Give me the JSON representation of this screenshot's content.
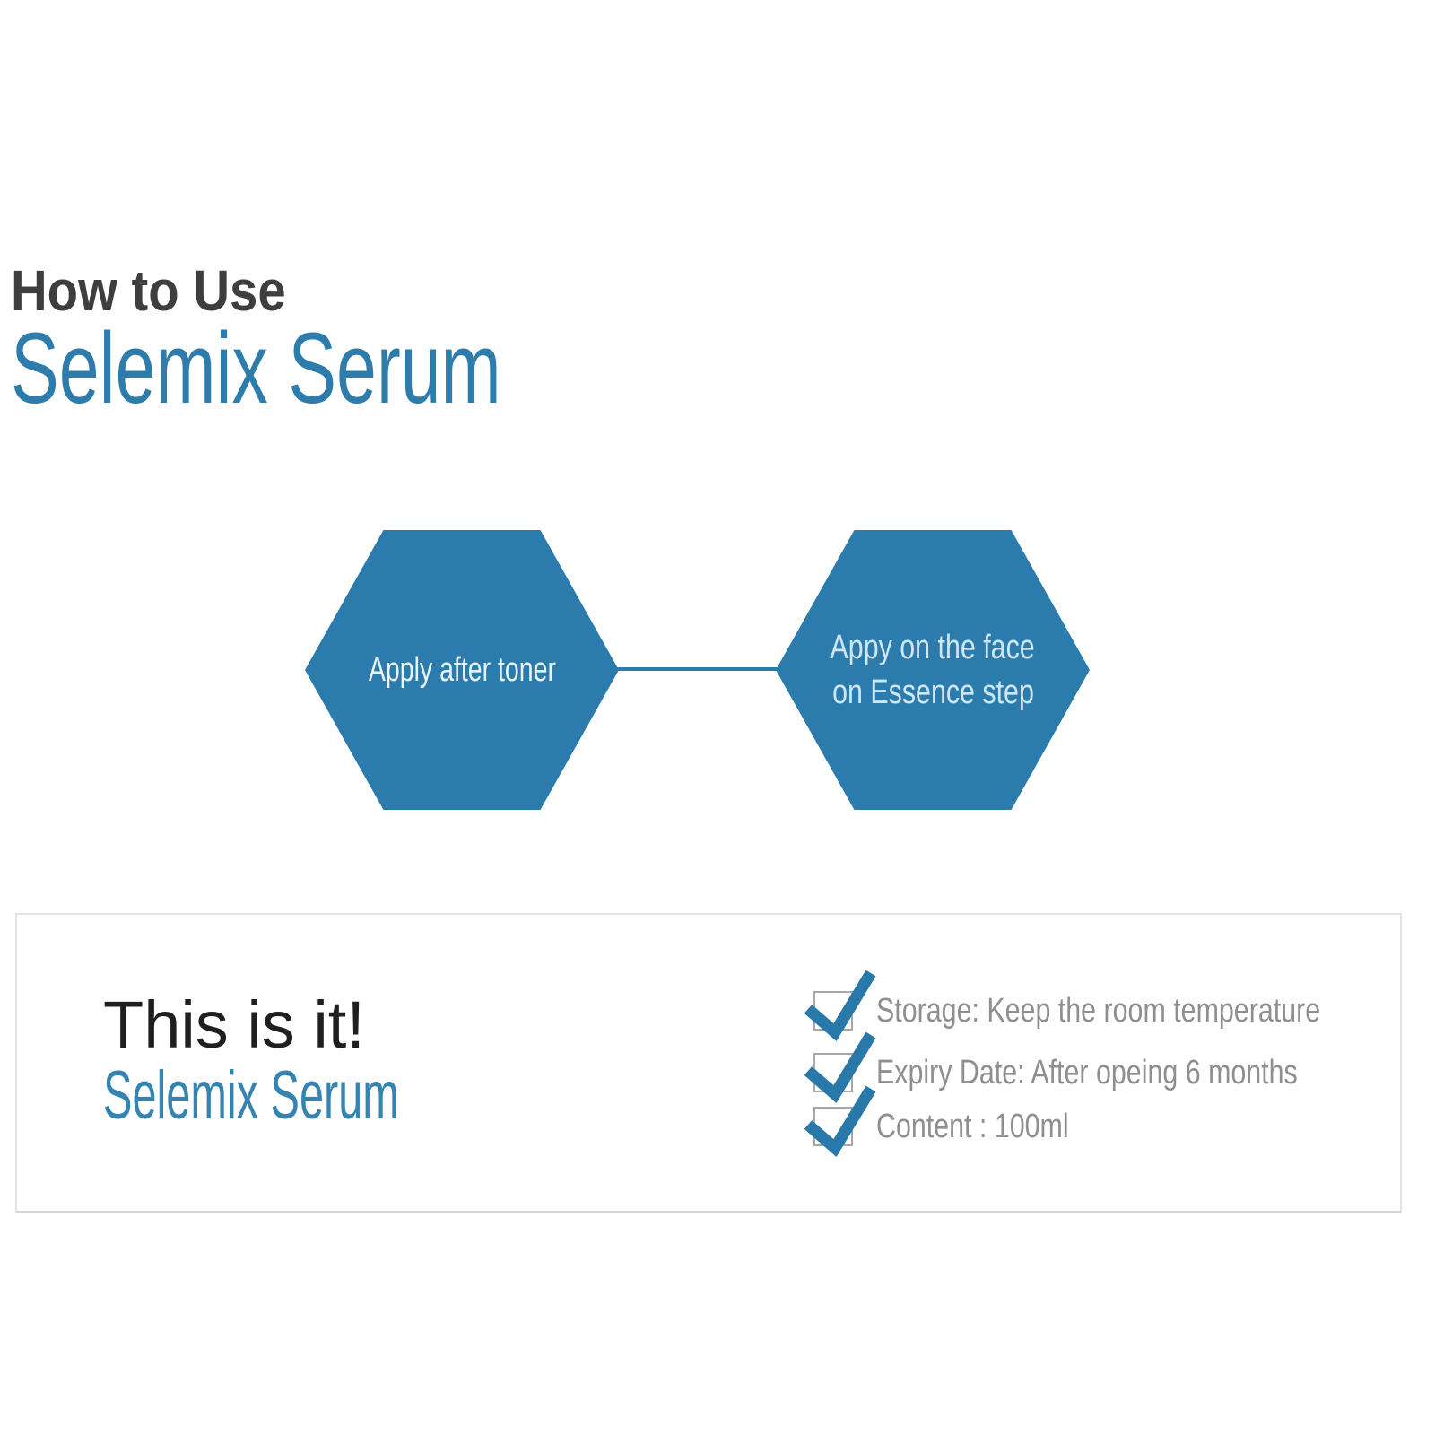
{
  "page": {
    "eyebrow": "How to Use",
    "title": "Selemix Serum"
  },
  "diagram": {
    "steps": [
      {
        "lines": [
          "Apply after toner"
        ]
      },
      {
        "lines": [
          "Appy on the face",
          "on Essence step"
        ]
      }
    ]
  },
  "info_box": {
    "headline": "This is it!",
    "product_name": "Selemix Serum",
    "checklist": [
      "Storage: Keep the room temperature",
      "Expiry Date: After opeing 6 months",
      "Content : 100ml"
    ]
  },
  "colors": {
    "accent_blue": "#2e7cac",
    "hexagon_blue": "#2b7cad",
    "product_name_blue": "#3583b1",
    "heading_dark": "#3e3e3e",
    "body_gray": "#8f8f8f",
    "checkbox_border_gray": "#a8a8a8",
    "check_stroke_blue": "#2878aa",
    "box_border_gray": "#e3e3e3"
  }
}
